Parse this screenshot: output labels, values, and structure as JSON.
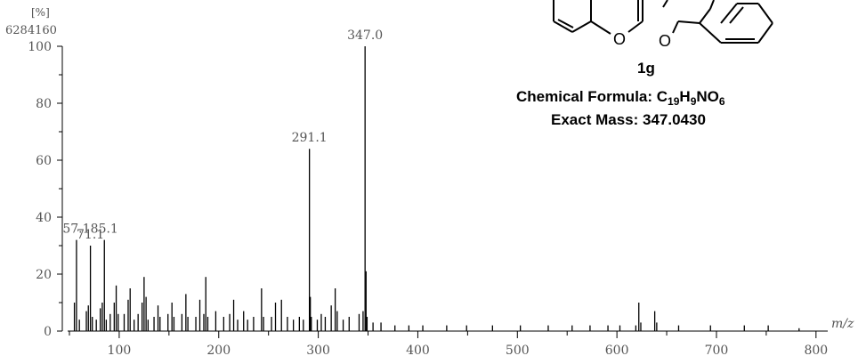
{
  "chart_data": {
    "type": "bar",
    "y_units_label": "[%]",
    "y_max_intensity": "6284160",
    "xlabel": "m/z",
    "xlim": [
      50,
      810
    ],
    "ylim": [
      0,
      100
    ],
    "x_ticks": [
      100,
      200,
      300,
      400,
      500,
      600,
      700,
      800
    ],
    "y_ticks": [
      0,
      20,
      40,
      60,
      80,
      100
    ],
    "peak_labels": [
      {
        "x": 347.0,
        "text": "347.0"
      },
      {
        "x": 291.1,
        "text": "291.1"
      },
      {
        "x": 57.1,
        "text": "57.1"
      },
      {
        "x": 71.1,
        "text": "71.1"
      },
      {
        "x": 85.1,
        "text": "85.1"
      }
    ],
    "peaks": [
      {
        "x": 55.0,
        "y": 10
      },
      {
        "x": 57.1,
        "y": 32
      },
      {
        "x": 60.0,
        "y": 4
      },
      {
        "x": 67.0,
        "y": 7
      },
      {
        "x": 69.0,
        "y": 9
      },
      {
        "x": 71.1,
        "y": 30
      },
      {
        "x": 73.0,
        "y": 5
      },
      {
        "x": 77.0,
        "y": 4
      },
      {
        "x": 81.0,
        "y": 8
      },
      {
        "x": 83.0,
        "y": 10
      },
      {
        "x": 85.1,
        "y": 32
      },
      {
        "x": 87.0,
        "y": 4
      },
      {
        "x": 91.0,
        "y": 6
      },
      {
        "x": 95.0,
        "y": 10
      },
      {
        "x": 97.0,
        "y": 16
      },
      {
        "x": 99.0,
        "y": 6
      },
      {
        "x": 105.0,
        "y": 6
      },
      {
        "x": 109.0,
        "y": 11
      },
      {
        "x": 111.0,
        "y": 15
      },
      {
        "x": 115.0,
        "y": 4
      },
      {
        "x": 119.0,
        "y": 6
      },
      {
        "x": 123.0,
        "y": 10
      },
      {
        "x": 125.0,
        "y": 19
      },
      {
        "x": 127.0,
        "y": 12
      },
      {
        "x": 129.0,
        "y": 4
      },
      {
        "x": 135.0,
        "y": 5
      },
      {
        "x": 139.0,
        "y": 9
      },
      {
        "x": 141.0,
        "y": 5
      },
      {
        "x": 149.0,
        "y": 6
      },
      {
        "x": 153.0,
        "y": 10
      },
      {
        "x": 155.0,
        "y": 5
      },
      {
        "x": 163.0,
        "y": 6
      },
      {
        "x": 167.0,
        "y": 13
      },
      {
        "x": 169.0,
        "y": 5
      },
      {
        "x": 177.0,
        "y": 5
      },
      {
        "x": 181.0,
        "y": 11
      },
      {
        "x": 185.0,
        "y": 6
      },
      {
        "x": 187.0,
        "y": 19
      },
      {
        "x": 189.0,
        "y": 5
      },
      {
        "x": 197.0,
        "y": 7
      },
      {
        "x": 205.0,
        "y": 5
      },
      {
        "x": 211.0,
        "y": 6
      },
      {
        "x": 215.0,
        "y": 11
      },
      {
        "x": 219.0,
        "y": 4
      },
      {
        "x": 225.0,
        "y": 7
      },
      {
        "x": 229.0,
        "y": 4
      },
      {
        "x": 235.0,
        "y": 5
      },
      {
        "x": 243.0,
        "y": 15
      },
      {
        "x": 245.0,
        "y": 5
      },
      {
        "x": 253.0,
        "y": 5
      },
      {
        "x": 257.0,
        "y": 10
      },
      {
        "x": 263.0,
        "y": 11
      },
      {
        "x": 269.0,
        "y": 5
      },
      {
        "x": 275.0,
        "y": 4
      },
      {
        "x": 281.0,
        "y": 5
      },
      {
        "x": 285.0,
        "y": 4
      },
      {
        "x": 291.1,
        "y": 64
      },
      {
        "x": 292.0,
        "y": 12
      },
      {
        "x": 293.0,
        "y": 5
      },
      {
        "x": 299.0,
        "y": 4
      },
      {
        "x": 303.0,
        "y": 6
      },
      {
        "x": 307.0,
        "y": 5
      },
      {
        "x": 313.0,
        "y": 9
      },
      {
        "x": 317.0,
        "y": 15
      },
      {
        "x": 319.0,
        "y": 7
      },
      {
        "x": 325.0,
        "y": 4
      },
      {
        "x": 331.0,
        "y": 5
      },
      {
        "x": 341.0,
        "y": 6
      },
      {
        "x": 345.0,
        "y": 7
      },
      {
        "x": 347.0,
        "y": 100
      },
      {
        "x": 348.0,
        "y": 21
      },
      {
        "x": 349.0,
        "y": 5
      },
      {
        "x": 355.0,
        "y": 3
      },
      {
        "x": 363.0,
        "y": 3
      },
      {
        "x": 377.0,
        "y": 2
      },
      {
        "x": 391.0,
        "y": 2
      },
      {
        "x": 405.0,
        "y": 2
      },
      {
        "x": 429.0,
        "y": 2
      },
      {
        "x": 449.0,
        "y": 2
      },
      {
        "x": 475.0,
        "y": 2
      },
      {
        "x": 503.0,
        "y": 2
      },
      {
        "x": 531.0,
        "y": 2
      },
      {
        "x": 555.0,
        "y": 2
      },
      {
        "x": 573.0,
        "y": 2
      },
      {
        "x": 591.0,
        "y": 2
      },
      {
        "x": 603.0,
        "y": 2
      },
      {
        "x": 619.0,
        "y": 2
      },
      {
        "x": 622.0,
        "y": 10
      },
      {
        "x": 624.0,
        "y": 3
      },
      {
        "x": 638.0,
        "y": 7
      },
      {
        "x": 640.0,
        "y": 3
      },
      {
        "x": 662.0,
        "y": 2
      },
      {
        "x": 694.0,
        "y": 2
      },
      {
        "x": 728.0,
        "y": 2
      },
      {
        "x": 752.0,
        "y": 2
      },
      {
        "x": 783.0,
        "y": 1
      }
    ]
  },
  "compound": {
    "label": "1g",
    "formula_prefix": "Chemical Formula: C",
    "formula_sub1": "19",
    "formula_mid1": "H",
    "formula_sub2": "9",
    "formula_mid2": "NO",
    "formula_sub3": "6",
    "exact_mass": "Exact Mass: 347.0430",
    "ring_atom_o1": "O",
    "ring_atom_o2": "O"
  }
}
